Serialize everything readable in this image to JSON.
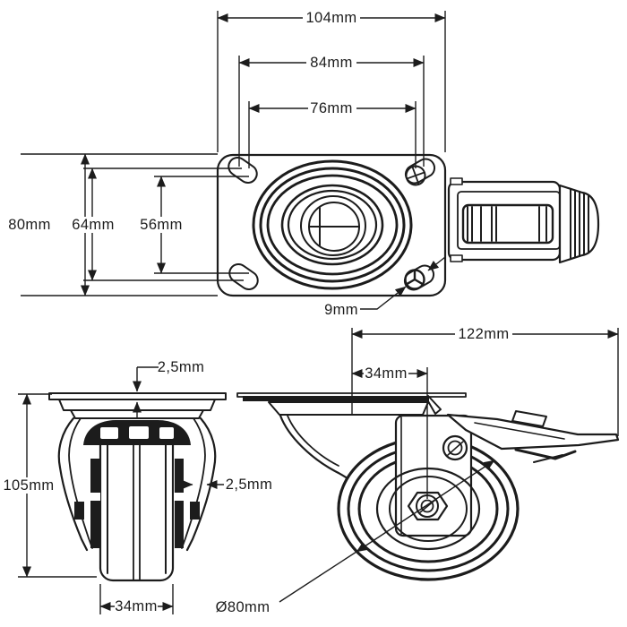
{
  "drawing_title": "swivel-caster-technical-drawing",
  "colors": {
    "ink": "#1c1c1c",
    "background": "#ffffff"
  },
  "views": {
    "top": {
      "plate_width": "104mm",
      "hole_spacing_outer": "84mm",
      "hole_spacing_inner": "76mm",
      "plate_height": "80mm",
      "hole_spacing_vertical_outer": "64mm",
      "hole_spacing_vertical_inner": "56mm",
      "hole_diameter": "9mm"
    },
    "front": {
      "plate_thickness": "2,5mm",
      "total_height": "105mm",
      "fork_thickness": "2,5mm",
      "wheel_width": "34mm"
    },
    "side": {
      "total_length": "122mm",
      "swivel_offset": "34mm",
      "wheel_diameter": "Ø80mm"
    }
  }
}
